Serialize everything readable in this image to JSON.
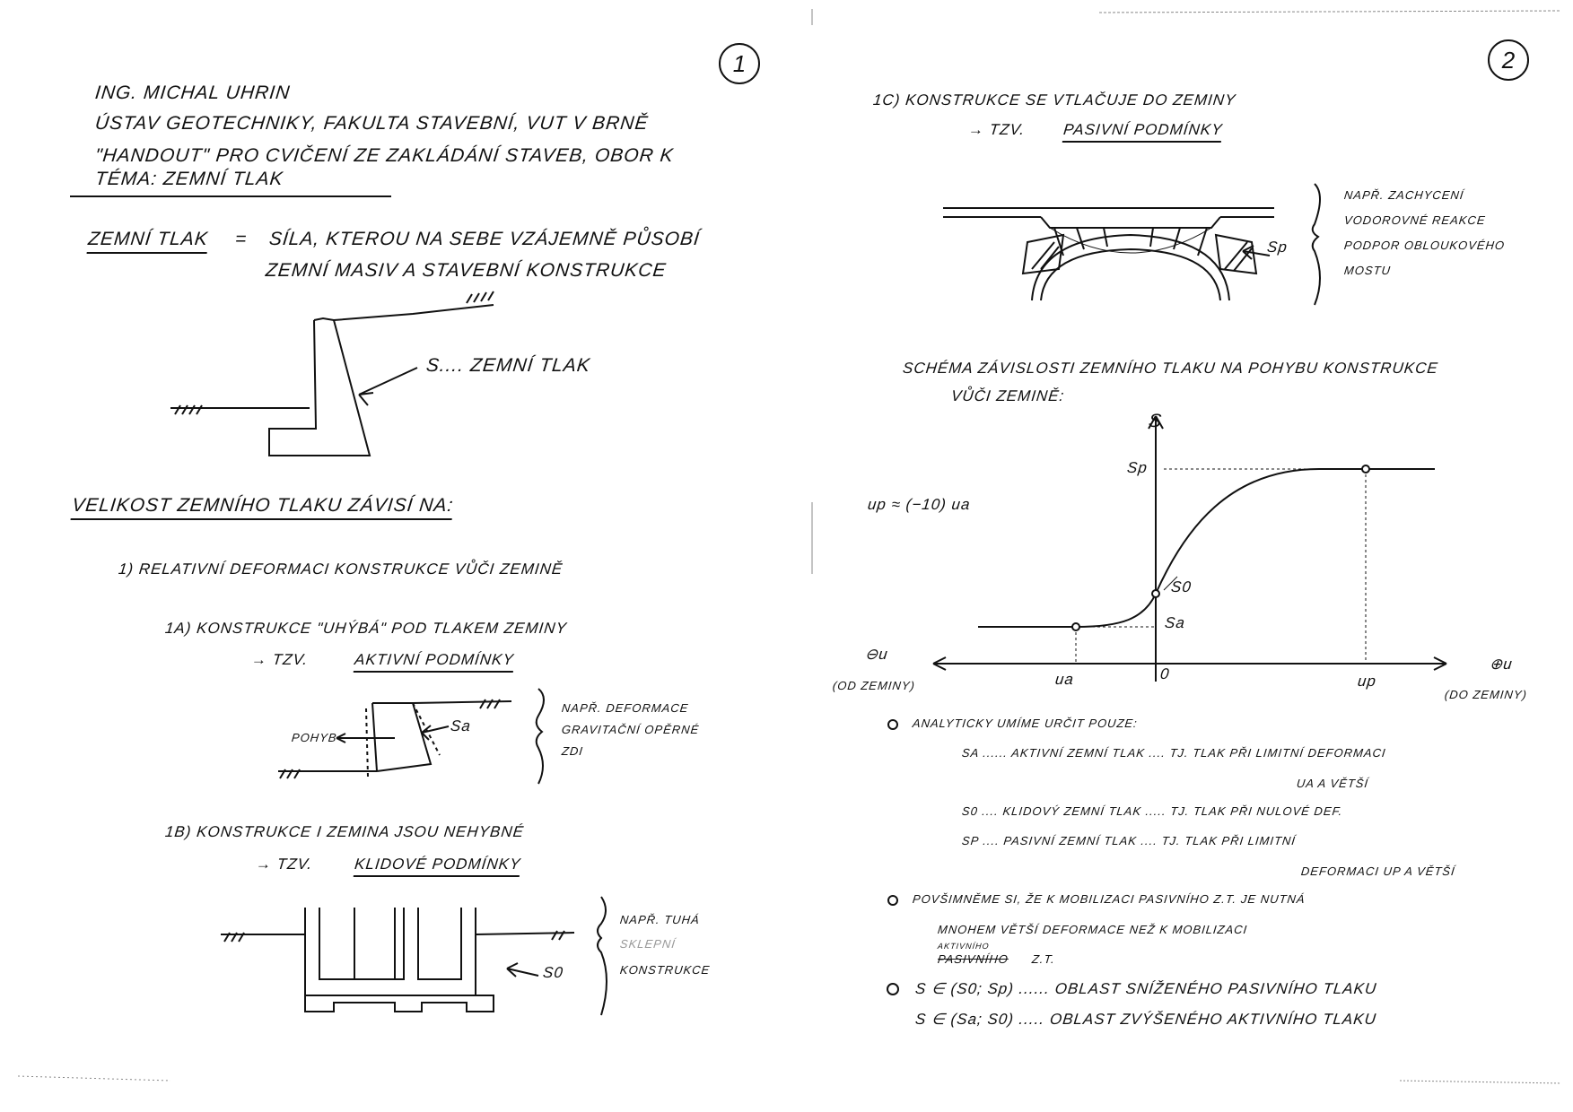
{
  "page1": {
    "page_number": "1",
    "author": "ING. MICHAL UHRIN",
    "institute": "ÚSTAV GEOTECHNIKY, FAKULTA STAVEBNÍ, VUT V BRNĚ",
    "handout": "\"HANDOUT\" PRO CVIČENÍ ZE ZAKLÁDÁNÍ STAVEB, OBOR K",
    "topic": "TÉMA: ZEMNÍ TLAK",
    "definition_term": "ZEMNÍ TLAK",
    "definition_eq": "=",
    "definition_line1": "SÍLA, KTEROU NA SEBE VZÁJEMNĚ PŮSOBÍ",
    "definition_line2": "ZEMNÍ MASIV A STAVEBNÍ KONSTRUKCE",
    "wall_label": "S.... ZEMNÍ TLAK",
    "depends_heading": "VELIKOST ZEMNÍHO TLAKU ZÁVISÍ NA:",
    "item1": "1) RELATIVNÍ DEFORMACI KONSTRUKCE VŮČI ZEMINĚ",
    "item1a": "1a) KONSTRUKCE \"UHÝBÁ\" POD TLAKEM ZEMINY",
    "item1a_arrow": "→ TZV.",
    "item1a_cond": "AKTIVNÍ PODMÍNKY",
    "item1a_move": "POHYB",
    "item1a_force": "Sa",
    "item1a_note": [
      "NAPŘ. DEFORMACE",
      "GRAVITAČNÍ OPĚRNÉ",
      "ZDI"
    ],
    "item1b": "1b) KONSTRUKCE I ZEMINA JSOU NEHYBNÉ",
    "item1b_arrow": "→ TZV.",
    "item1b_cond": "KLIDOVÉ PODMÍNKY",
    "item1b_force": "S0",
    "item1b_note": [
      "NAPŘ. TUHÁ",
      "SKLEPNÍ",
      "KONSTRUKCE"
    ]
  },
  "page2": {
    "page_number": "2",
    "item1c": "1c) KONSTRUKCE SE VTLAČUJE DO ZEMINY",
    "item1c_arrow": "→ TZV.",
    "item1c_cond": "PASIVNÍ PODMÍNKY",
    "item1c_force": "Sp",
    "item1c_note": [
      "NAPŘ. ZACHYCENÍ",
      "VODOROVNÉ REAKCE",
      "PODPOR OBLOUKOVÉHO",
      "MOSTU"
    ],
    "schema_title1": "SCHÉMA ZÁVISLOSTI ZEMNÍHO TLAKU NA POHYBU KONSTRUKCE",
    "schema_title2": "VŮČI ZEMINĚ:",
    "graph": {
      "y_axis": "S",
      "sp": "Sp",
      "s0": "S0",
      "sa": "Sa",
      "relation": "up ≈ (−10) ua",
      "ua": "ua",
      "zero": "0",
      "up": "up",
      "neg": "⊖u",
      "neg_note": "(OD ZEMINY)",
      "pos": "⊕u",
      "pos_note": "(DO ZEMINY)"
    },
    "bullet1": "ANALYTICKY UMÍME URČIT POUZE:",
    "sa_line": "Sa ...... AKTIVNÍ ZEMNÍ TLAK .... TJ. TLAK PŘI LIMITNÍ DEFORMACI",
    "sa_line2": "ua A VĚTŠÍ",
    "s0_line": "S0 .... KLIDOVÝ ZEMNÍ TLAK ..... TJ. TLAK PŘI NULOVÉ DEF.",
    "sp_line": "Sp .... PASIVNÍ ZEMNÍ TLAK .... TJ. TLAK PŘI LIMITNÍ",
    "sp_line2": "DEFORMACI up A VĚTŠÍ",
    "bullet2": "POVŠIMNĚME SI, ŽE K MOBILIZACI PASIVNÍHO Z.T. JE NUTNÁ",
    "bullet2_line2": "MNOHEM VĚTŠÍ DEFORMACE NEŽ K MOBILIZACI",
    "bullet2_correction": "AKTIVNÍHO",
    "bullet2_struck": "PASIVNÍHO",
    "bullet2_end": "Z.T.",
    "bullet3_line1": "S ∈ (S0; Sp) ...... OBLAST SNÍŽENÉHO PASIVNÍHO TLAKU",
    "bullet3_line2": "S ∈ (Sa; S0) ..... OBLAST ZVÝŠENÉHO AKTIVNÍHO TLAKU"
  }
}
